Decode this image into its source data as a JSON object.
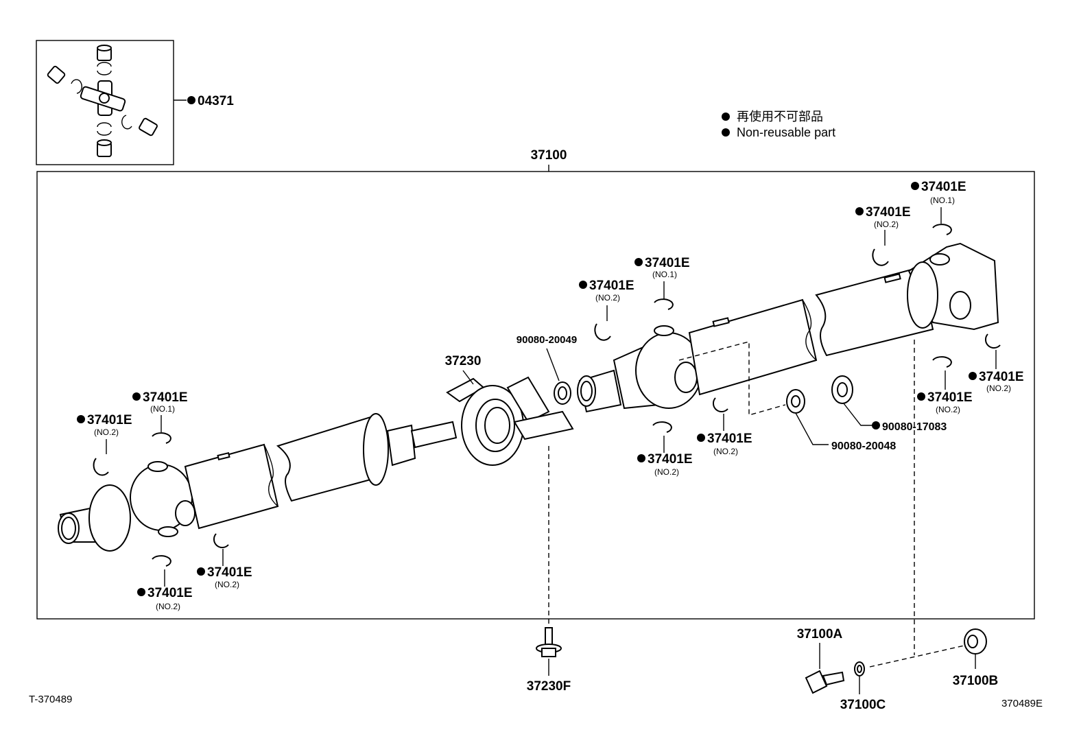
{
  "legend": {
    "japanese": "再使用不可部品",
    "english": "Non-reusable part"
  },
  "labels": {
    "u_joint_kit": "04371",
    "assembly": "37100",
    "center_bearing": "37230",
    "washer_a": "90080-20049",
    "washer_b": "90080-20048",
    "nut_a": "90080-17083",
    "bolt_bearing": "37230F",
    "bolt": "37100A",
    "nut": "37100B",
    "washer": "37100C",
    "snap_ring": "37401E",
    "no1": "(NO.1)",
    "no2": "(NO.2)"
  },
  "footer": {
    "left": "T-370489",
    "right": "370489E"
  }
}
